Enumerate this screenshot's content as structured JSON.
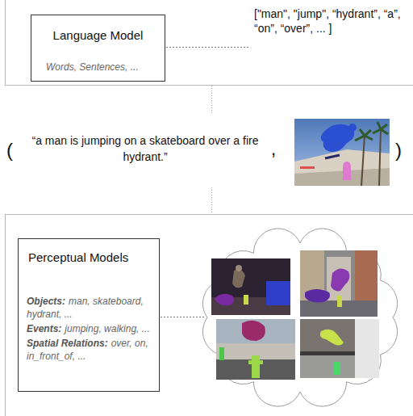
{
  "diagram": {
    "nodes": [
      {
        "text": [
          "Language Model",
          "Words, Sentences, ..."
        ]
      },
      {
        "text": [
          "Perceptual Models",
          "Objects:",
          "man, skateboard, hydrant, ...",
          "Events:",
          "jumping, walking, ...",
          "Spatial Relations:",
          "over, on, in_front_of, ..."
        ]
      }
    ],
    "labels": [
      "[\"man\", \"jump\", “hydrant”, “a”, “on”, “over”, ... ]",
      "(",
      "“a man is jumping on a skateboard over a fire hydrant.”",
      ",",
      ")"
    ]
  }
}
